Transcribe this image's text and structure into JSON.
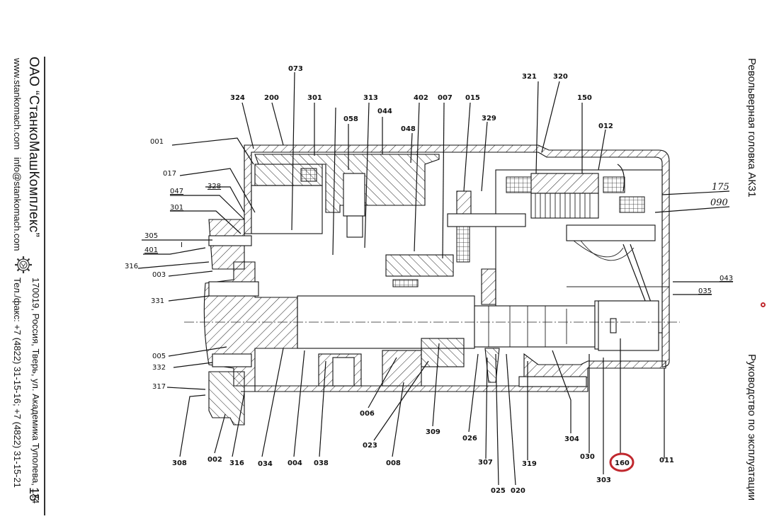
{
  "sidebar_left": {
    "company": "ОАО “СтанкоМашКомплекс”",
    "website": "www.stankomach.com",
    "email": "info@stankomach.com",
    "address": "170019, Россия, Тверь, ул. Академика Туполева, 124",
    "phone": "Тел./факс:  +7 (4822) 31-15-16;   +7 (4822) 31-15-21",
    "page_number": "15",
    "logo_icon": "gear-logo-icon"
  },
  "sidebar_right": {
    "title": "Револьверная головка АК31",
    "subtitle": "Руководство по эксплуатации"
  },
  "drawing": {
    "highlight_color": "#c0282e",
    "highlighted_label": "160",
    "labels_top": [
      "073",
      "324",
      "200",
      "301",
      "313",
      "044",
      "058",
      "048",
      "402",
      "007",
      "015",
      "329",
      "321",
      "320",
      "150",
      "012"
    ],
    "labels_left": [
      "001",
      "017",
      "047",
      "328",
      "301",
      "305",
      "401",
      "I",
      "316",
      "003",
      "331",
      "005",
      "332",
      "317"
    ],
    "labels_right": [
      "175",
      "090",
      "043",
      "035"
    ],
    "labels_bottom": [
      "308",
      "002",
      "316",
      "034",
      "004",
      "038",
      "006",
      "023",
      "008",
      "309",
      "026",
      "307",
      "025",
      "020",
      "319",
      "304",
      "030",
      "303",
      "160",
      "011"
    ]
  }
}
